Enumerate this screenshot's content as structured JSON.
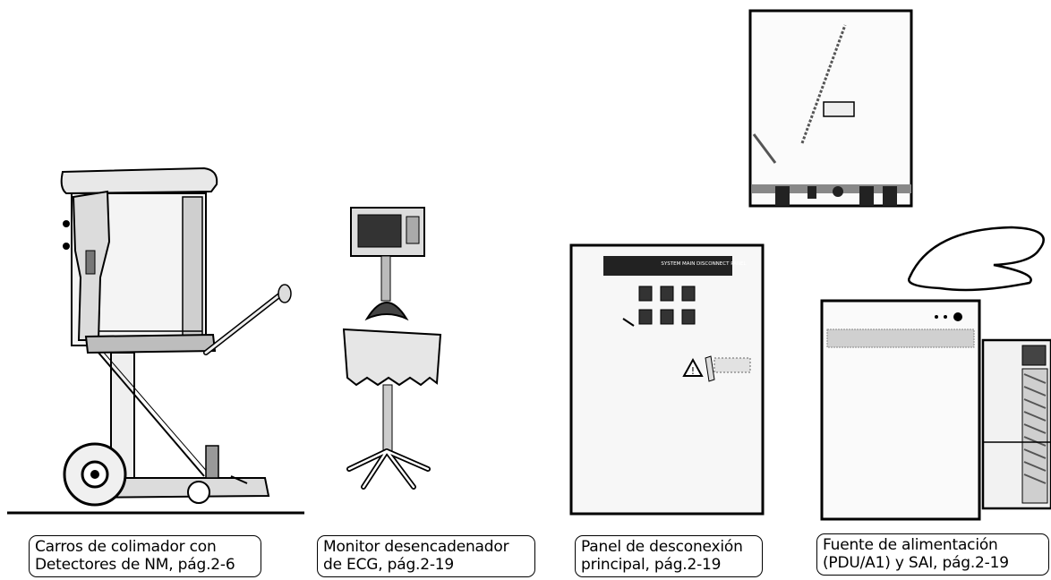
{
  "captions": {
    "collimator_cart": {
      "line1": "Carros de colimador con",
      "line2": "Detectores de NM, pág.2-6"
    },
    "ecg_monitor": {
      "line1": "Monitor desencadenador",
      "line2": "de ECG, pág.2-19"
    },
    "disconnect_panel": {
      "line1": "Panel de desconexión",
      "line2": "principal, pág.2-19"
    },
    "power_supply": {
      "line1": "Fuente de alimentación",
      "line2": "(PDU/A1) y SAI, pág.2-19"
    }
  },
  "panel_labels": {
    "disconnect_panel_header": "SYSTEM MAIN DISCONNECT PANEL"
  },
  "icons": [
    "collimator-cart-illustration",
    "ecg-monitor-illustration",
    "wall-box-illustration",
    "disconnect-panel-illustration",
    "pdu-cabinet-illustration",
    "ups-tower-illustration",
    "warning-triangle-icon"
  ],
  "colors": {
    "ink": "#000000",
    "paper": "#ffffff",
    "shade": "#c8c8c8"
  }
}
